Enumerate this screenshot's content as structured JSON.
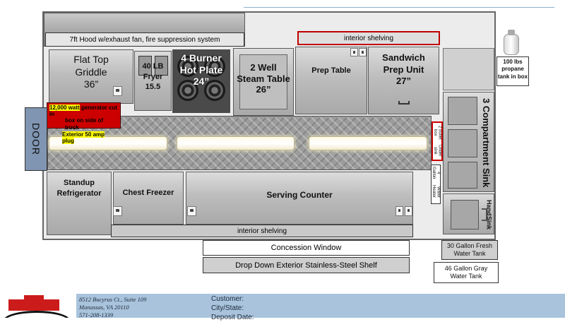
{
  "labels": {
    "hood": "7ft Hood w/exhaust fan, fire suppression system",
    "interior_shelving_top": "interior shelving",
    "griddle": [
      "Flat Top",
      "Griddle",
      "36”"
    ],
    "fryer": [
      "40 LB",
      "Fryer",
      "15.5"
    ],
    "hotplate": [
      "4 Burner",
      "Hot Plate",
      "24”"
    ],
    "steam_table": [
      "2 Well",
      "Steam Table",
      "26”"
    ],
    "prep_table": "Prep Table",
    "sandwich": [
      "Sandwich",
      "Prep Unit",
      "27”"
    ],
    "propane": [
      "100 lbs",
      "propane",
      "tank in box"
    ],
    "generator_a": "12,000 watt",
    "generator_b": "generator cut in",
    "generator_c": "box on side of truck",
    "exterior_plug": "Exterior 50 amp plug",
    "door": "DOOR",
    "compartment_sink": "3 Compartment Sink",
    "outlet_box": [
      "2 outlet box",
      "Under sink"
    ],
    "water_heater": [
      "4 Gallon",
      "Water Heater"
    ],
    "hand_sink": [
      "Hand",
      "Sink"
    ],
    "fridge": [
      "Standup",
      "Refrigerator"
    ],
    "freezer": "Chest Freezer",
    "serving_counter": "Serving Counter",
    "interior_shelving_bottom": "interior shelving",
    "concession_window": "Concession Window",
    "drop_down_shelf": "Drop Down Exterior Stainless-Steel Shelf",
    "fresh_tank": [
      "30 Gallon Fresh",
      "Water Tank"
    ],
    "gray_tank": [
      "46 Gallon Gray",
      "Water Tank"
    ]
  },
  "footer": {
    "address_line1": "8512 Bucyrus Ct., Suite 109",
    "address_line2": "Manassas, VA 20110",
    "phone": "571-208-1339",
    "customer_label": "Customer:",
    "city_label": "City/State:",
    "deposit_label": "Deposit Date:"
  },
  "colors": {
    "accent_red": "#cc0000",
    "highlight_yellow": "#ffff00",
    "footer_blue": "#a9c3dc",
    "door_blue": "#7f95b2"
  }
}
